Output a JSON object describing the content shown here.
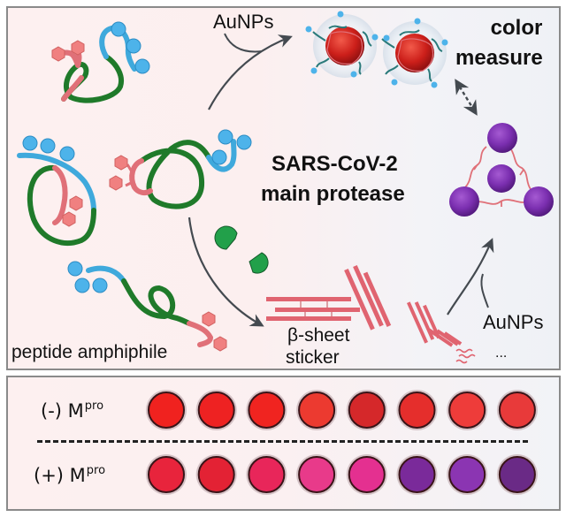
{
  "diagram": {
    "labels": {
      "aunps_top": "AuNPs",
      "aunps_bottom": "AuNPs",
      "color_measure_line1": "color",
      "color_measure_line2": "measure",
      "enzyme_line1": "SARS-CoV-2",
      "enzyme_line2": "main protease",
      "beta_sheet_line1": "β-sheet",
      "beta_sheet_line2": "sticker",
      "peptide": "peptide amphiphile",
      "ellipsis": "..."
    },
    "colors": {
      "hydrophilic_segment": "#3fa9dc",
      "charge_bead": "#4db3ea",
      "peptide_backbone": "#1f7a2a",
      "hydrophobic_segment": "#e07078",
      "aromatic_ring": "#f08080",
      "protease": "#22a04a",
      "gold_np": "#cc1f1a",
      "aggregate_np": "#7b2fb0",
      "arrow": "#444a50"
    },
    "icons": [
      "charge-bead-icon",
      "aromatic-ring-icon",
      "protease-icon",
      "gold-nanoparticle-icon",
      "aggregated-nanoparticle-icon",
      "double-arrow-icon"
    ]
  },
  "colorimetric_assay": {
    "rows": [
      {
        "label_prefix": "(-) M",
        "label_sup": "pro",
        "wells": [
          "#f0221f",
          "#ee2222",
          "#f02420",
          "#ec3a30",
          "#d5282a",
          "#e52e2c",
          "#ee3c3a",
          "#e83a3a"
        ]
      },
      {
        "label_prefix": "(+) M",
        "label_sup": "pro",
        "wells": [
          "#e8243c",
          "#e32234",
          "#e8265a",
          "#e83a8a",
          "#e43090",
          "#7a2a9a",
          "#8b35b2",
          "#6a2a86"
        ]
      }
    ]
  }
}
